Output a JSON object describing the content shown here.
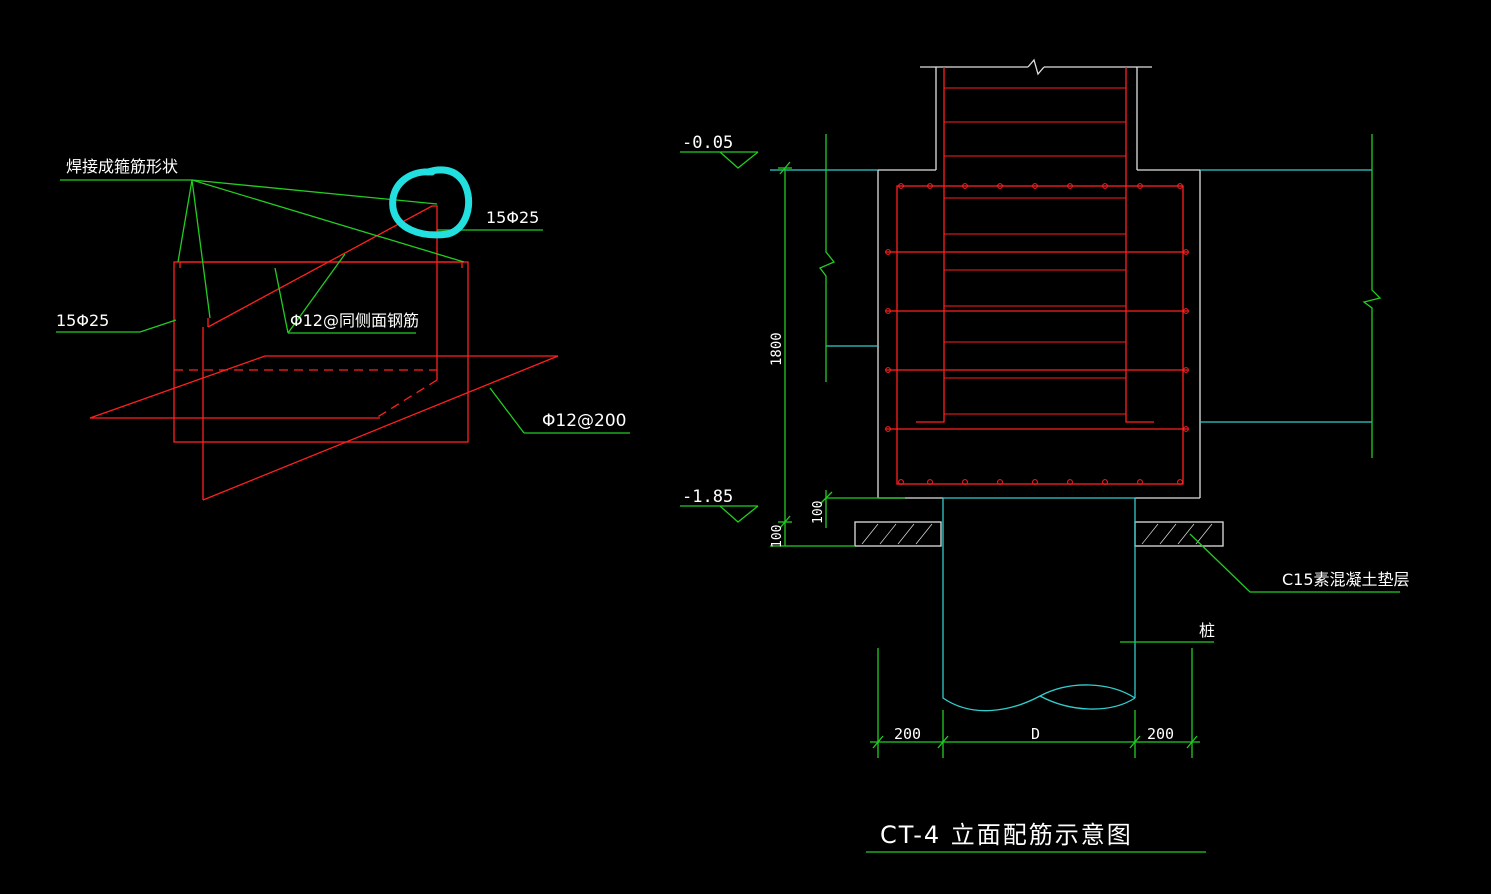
{
  "labels": {
    "weld_note": "焊接成箍筋形状",
    "rebar_top": "15Φ25",
    "rebar_left": "15Φ25",
    "side_rebar": "Φ12@同侧面钢筋",
    "bottom_rebar": "Φ12@200",
    "elev_top": "-0.05",
    "elev_bottom": "-1.85",
    "dim_1800": "1800",
    "dim_100a": "100",
    "dim_100b": "100",
    "cushion": "C15素混凝土垫层",
    "pile": "桩",
    "dim_200_left": "200",
    "dim_D": "D",
    "dim_200_right": "200",
    "title": "CT-4 立面配筋示意图"
  },
  "colors": {
    "background": "#000000",
    "rebar": "#ff2020",
    "leader": "#22cc22",
    "outline": "#e0e0e0",
    "pile_outline": "#33cccc",
    "highlight": "#22e0e0",
    "text": "#ffffff"
  }
}
